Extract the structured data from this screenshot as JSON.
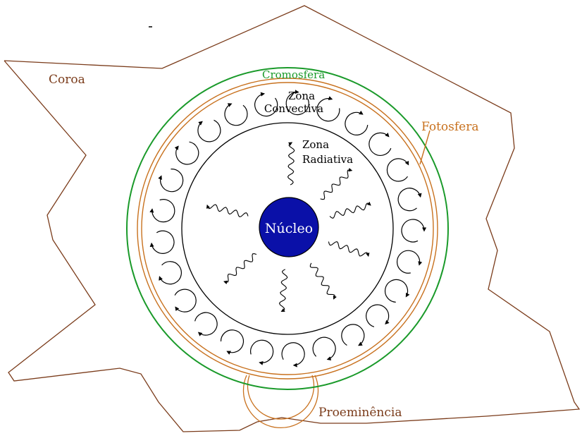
{
  "labels": {
    "corona": "Coroa",
    "chromosphere": "Cromosfera",
    "photosphere": "Fotosfera",
    "convective_line1": "Zona",
    "convective_line2": "Convectiva",
    "radiative_line1": "Zona",
    "radiative_line2": "Radiativa",
    "core": "Núcleo",
    "prominence": "Proeminência"
  },
  "colors": {
    "corona": "#7a3b1a",
    "chromosphere": "#1a9a2a",
    "photosphere": "#c8711e",
    "core_fill": "#0a10a8",
    "core_text": "#ffffff",
    "line": "#000000"
  },
  "convection_cell_count": 25,
  "radiation_arrow_count": 8
}
